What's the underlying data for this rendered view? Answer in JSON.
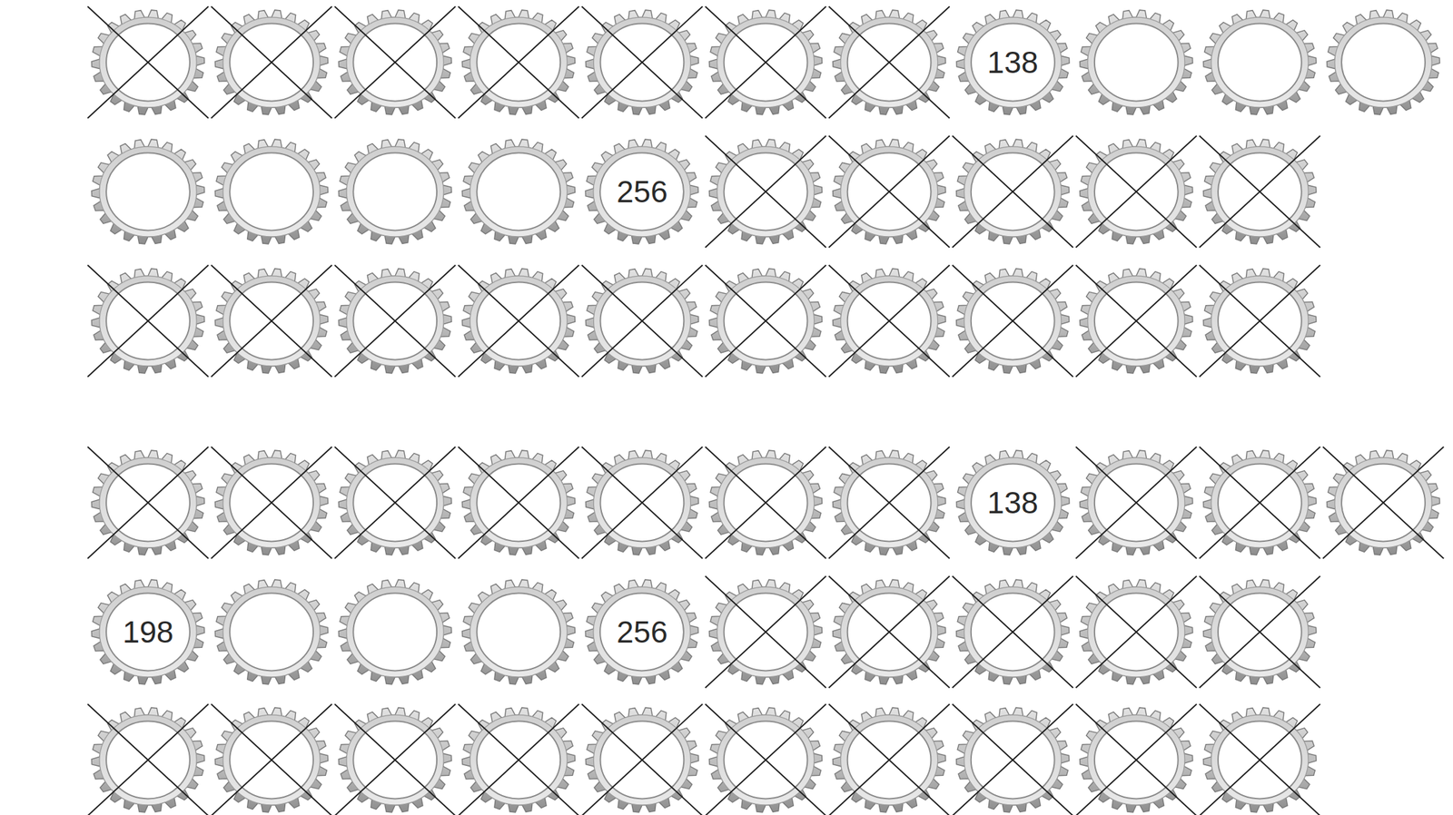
{
  "diagram": {
    "nodes": [
      {
        "text": [
          "138"
        ]
      },
      {
        "text": [
          "256"
        ]
      },
      {
        "text": [
          "138"
        ]
      },
      {
        "text": [
          "198"
        ]
      },
      {
        "text": [
          "256"
        ]
      }
    ]
  }
}
